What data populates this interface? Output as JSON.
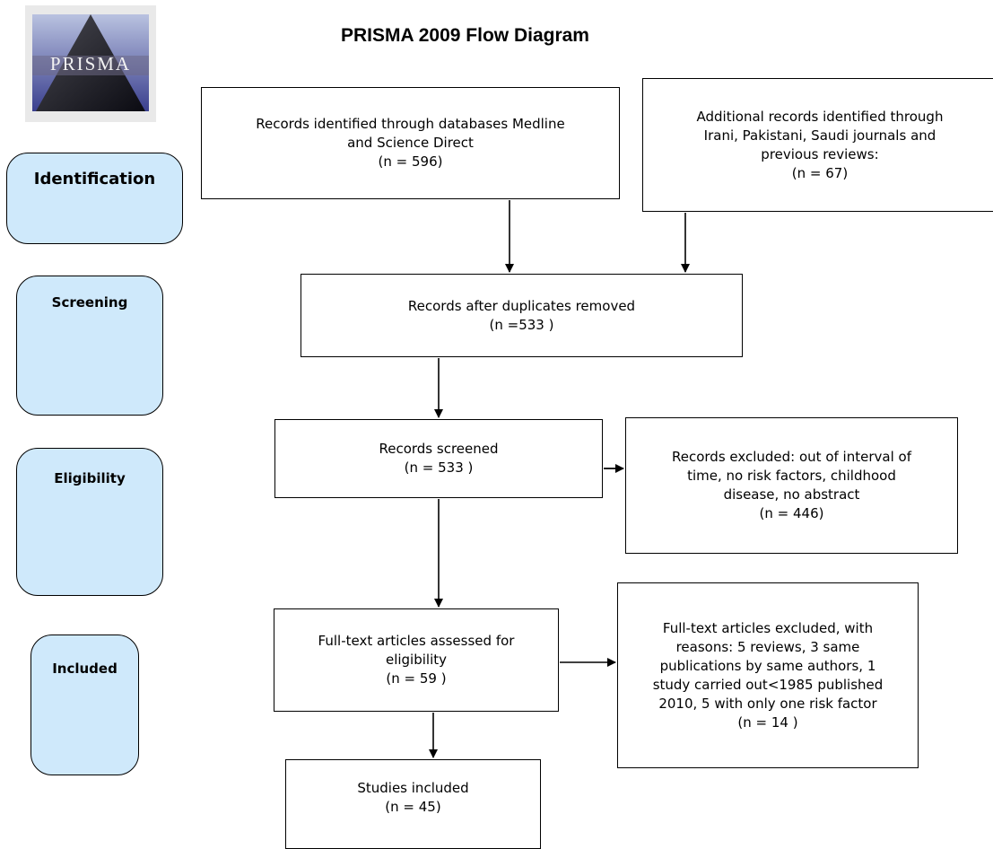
{
  "title": "PRISMA 2009 Flow Diagram",
  "logo": {
    "text": "PRISMA"
  },
  "stages": {
    "identification": "Identification",
    "screening": "Screening",
    "eligibility": "Eligibility",
    "included": "Included"
  },
  "boxes": {
    "databases": "Records identified through databases Medline\nand Science Direct\n(n = 596)",
    "additional": "Additional records identified through\nIrani, Pakistani, Saudi journals and\nprevious reviews:\n(n = 67)",
    "after_duplicates": "Records after duplicates removed\n(n =533  )",
    "screened": "Records screened\n(n = 533  )",
    "excluded": "Records excluded: out of interval of\ntime, no risk factors, childhood\ndisease, no abstract\n(n =  446)",
    "full_text": "Full-text articles assessed for\neligibility\n(n = 59 )",
    "full_text_excluded": "Full-text articles excluded, with\nreasons: 5 reviews, 3 same\npublications by same authors, 1\nstudy carried out<1985 published\n2010, 5 with only one risk factor\n(n = 14  )",
    "included": "Studies included\n(n = 45)"
  },
  "colors": {
    "stage_fill": "#cfe9fb",
    "stroke": "#000000"
  }
}
